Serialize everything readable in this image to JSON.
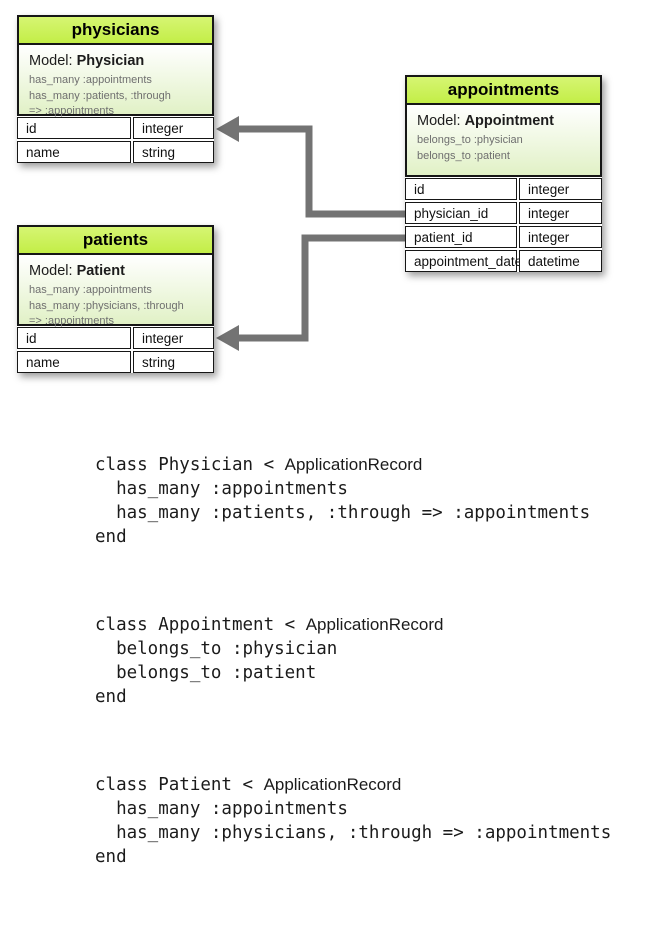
{
  "diagram": {
    "tables": [
      {
        "name": "physicians",
        "title": "physicians",
        "model_label": "Model:",
        "model_name": "Physician",
        "associations": [
          "has_many :appointments",
          "has_many :patients, :through",
          "=> :appointments"
        ],
        "columns": [
          [
            "id",
            "integer"
          ],
          [
            "name",
            "string"
          ]
        ]
      },
      {
        "name": "appointments",
        "title": "appointments",
        "model_label": "Model:",
        "model_name": "Appointment",
        "associations": [
          "belongs_to :physician",
          "belongs_to :patient"
        ],
        "columns": [
          [
            "id",
            "integer"
          ],
          [
            "physician_id",
            "integer"
          ],
          [
            "patient_id",
            "integer"
          ],
          [
            "appointment_date",
            "datetime"
          ]
        ]
      },
      {
        "name": "patients",
        "title": "patients",
        "model_label": "Model:",
        "model_name": "Patient",
        "associations": [
          "has_many :appointments",
          "has_many :physicians, :through",
          "=> :appointments"
        ],
        "columns": [
          [
            "id",
            "integer"
          ],
          [
            "name",
            "string"
          ]
        ]
      }
    ],
    "relationships": [
      {
        "from": "appointments.physician_id",
        "to": "physicians.id"
      },
      {
        "from": "appointments.patient_id",
        "to": "patients.id"
      }
    ],
    "colors": {
      "header_green": "#c8f05a",
      "body_green": "#e1f1c6",
      "border": "#161616",
      "association_gray": "#6f6f6f",
      "arrow_gray": "#737373"
    }
  },
  "code": {
    "sans_word": "ApplicationRecord",
    "blocks": [
      {
        "lines": [
          "class Physician < ApplicationRecord",
          "  has_many :appointments",
          "  has_many :patients, :through => :appointments",
          "end"
        ]
      },
      {
        "lines": [
          "class Appointment < ApplicationRecord",
          "  belongs_to :physician",
          "  belongs_to :patient",
          "end"
        ]
      },
      {
        "lines": [
          "class Patient < ApplicationRecord",
          "  has_many :appointments",
          "  has_many :physicians, :through => :appointments",
          "end"
        ]
      }
    ]
  }
}
